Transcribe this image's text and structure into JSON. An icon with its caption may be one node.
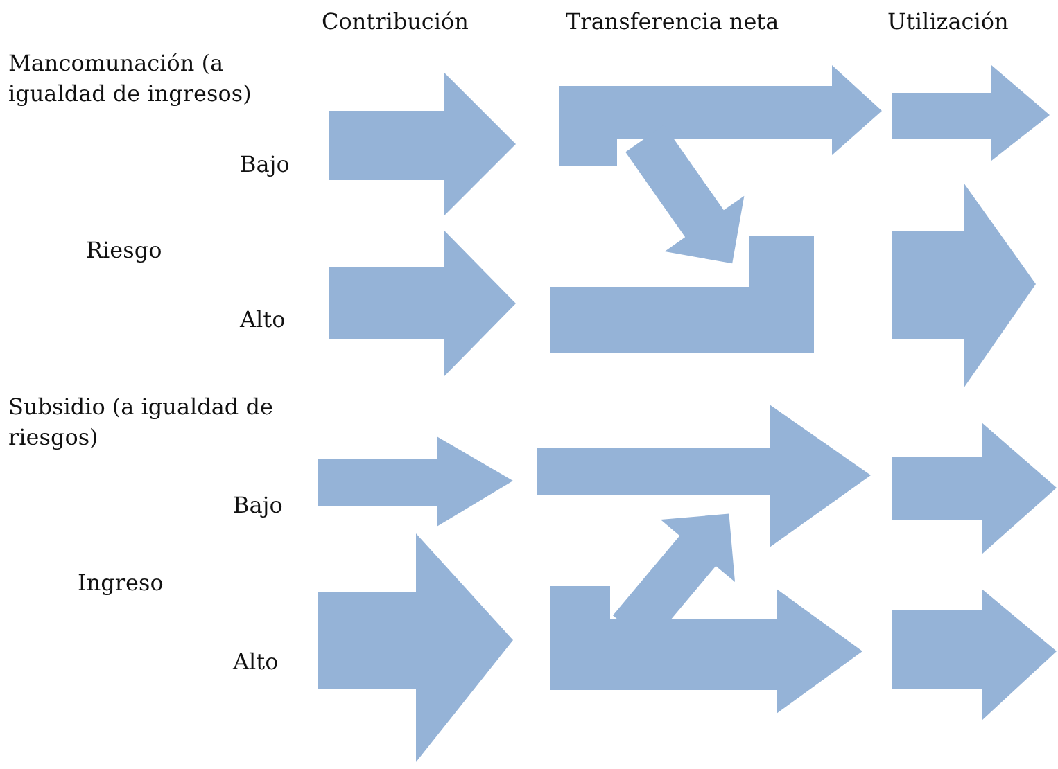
{
  "diagram": {
    "labels": [
      "Contribución",
      "Transferencia neta",
      "Utilización",
      "Mancomunación (a igualdad de ingresos)",
      "Bajo",
      "Riesgo",
      "Alto",
      "Subsidio (a igualdad de riesgos)",
      "Bajo",
      "Ingreso",
      "Alto"
    ]
  }
}
